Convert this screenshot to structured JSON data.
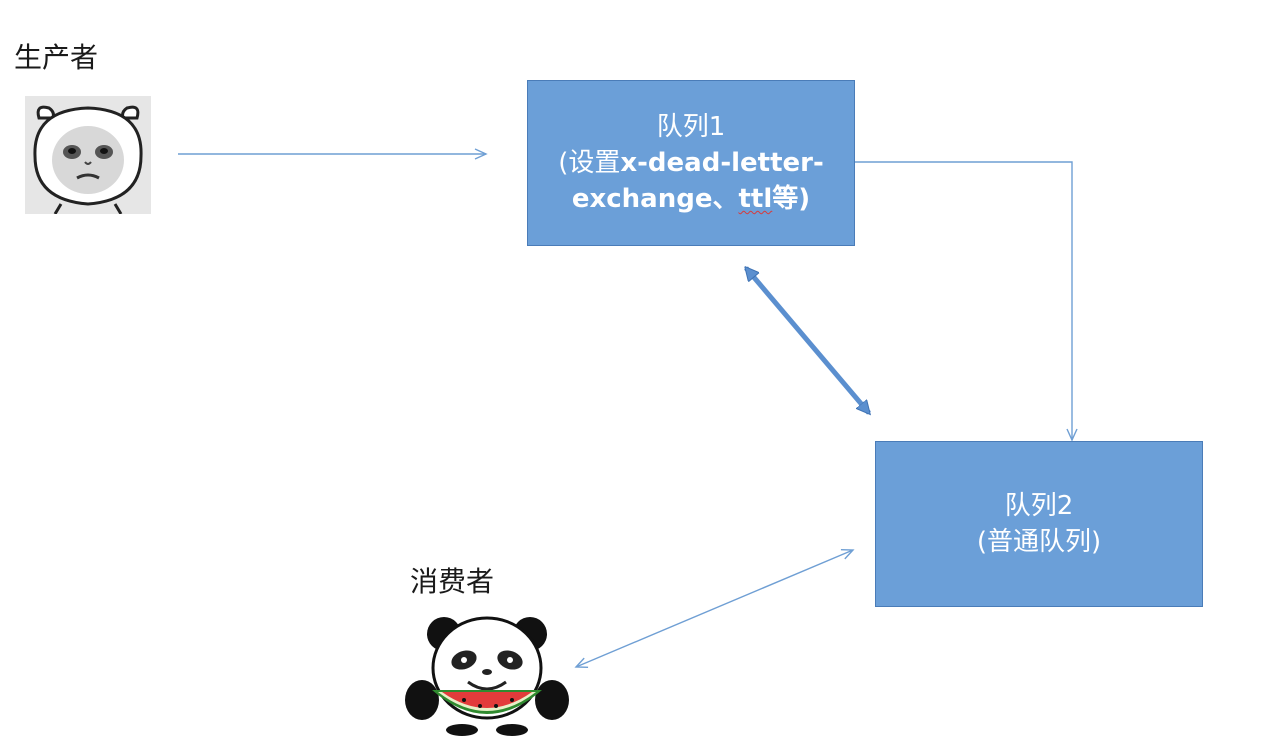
{
  "producer": {
    "label": "生产者",
    "avatar_icon": "bear-meme-face-icon"
  },
  "consumer": {
    "label": "消费者",
    "avatar_icon": "panda-eating-watermelon-icon"
  },
  "queue1": {
    "title": "队列1",
    "detail_prefix": "(设置",
    "detail_mid": "x-dead-letter-",
    "detail_line3_a": "exchange、",
    "detail_ttl": "ttl",
    "detail_line3_b": "等)"
  },
  "queue2": {
    "title": "队列2",
    "detail": "(普通队列)"
  },
  "colors": {
    "box_fill": "#6b9fd8",
    "box_border": "#4a7cb8",
    "arrow": "#6f9fd4",
    "thick_arrow": "#5b8fcf"
  }
}
